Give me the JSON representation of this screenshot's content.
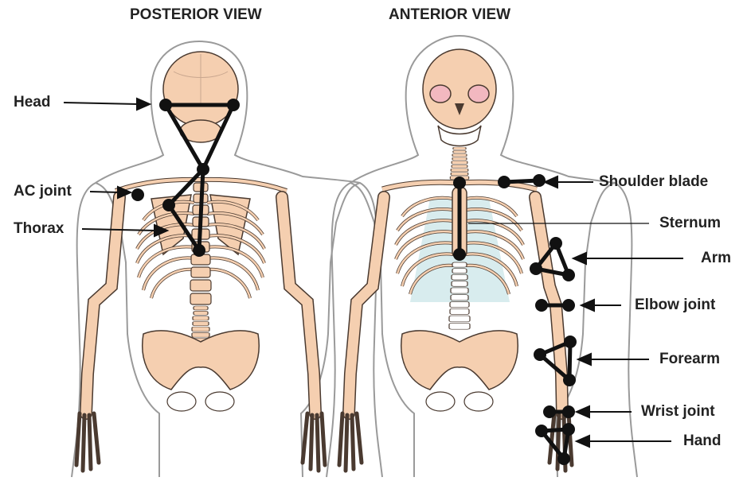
{
  "titles": {
    "posterior": "POSTERIOR VIEW",
    "anterior": "ANTERIOR VIEW"
  },
  "labels": {
    "head": "Head",
    "ac_joint": "AC joint",
    "thorax": "Thorax",
    "shoulder_blade": "Shoulder blade",
    "sternum": "Sternum",
    "arm": "Arm",
    "elbow_joint": "Elbow joint",
    "forearm": "Forearm",
    "wrist_joint": "Wrist joint",
    "hand": "Hand"
  },
  "colors": {
    "bone": "#f5cfb0",
    "bone_outline": "#4a3a30",
    "cartilage": "#d8ecee",
    "marker": "#111111",
    "silhouette": "#9a9a9a",
    "eye_socket": "#f2b8c0"
  }
}
